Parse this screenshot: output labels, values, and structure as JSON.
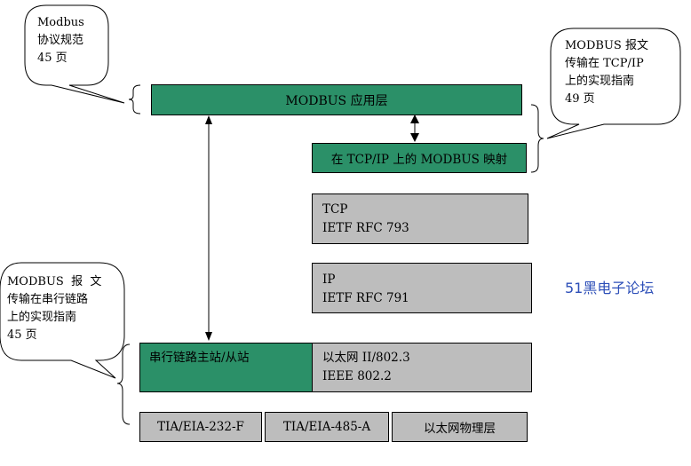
{
  "layers": {
    "app": "MODBUS 应用层",
    "tcp_mapping": "在 TCP/IP 上的 MODBUS 映射",
    "tcp": "TCP\nIETF RFC 793",
    "ip": "IP\nIETF RFC 791",
    "serial_master_slave": "串行链路主站/从站",
    "ethernet_ii": "以太网 II/802.3\nIEEE 802.2",
    "tia_232": "TIA/EIA-232-F",
    "tia_485": "TIA/EIA-485-A",
    "ethernet_phy": "以太网物理层"
  },
  "callouts": {
    "spec": "Modbus\n协议规范\n45 页",
    "tcp_impl": "MODBUS 报文\n传输在 TCP/IP\n上的实现指南\n49 页",
    "serial_impl": "MODBUS  报  文\n传输在串行链路\n上的实现指南\n45 页"
  },
  "watermark": "51黑电子论坛",
  "colors": {
    "green_box": "#2b9068",
    "gray_box": "#bdbdbd",
    "watermark": "#2d4fb8"
  }
}
